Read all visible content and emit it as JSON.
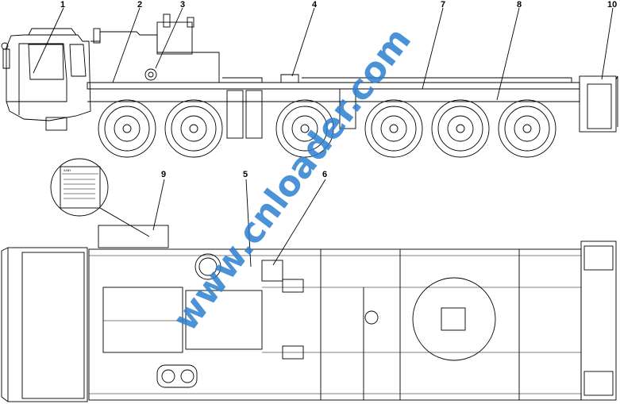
{
  "figure": {
    "watermark": "www.cnloader.com",
    "callouts": [
      "1",
      "2",
      "3",
      "4",
      "5",
      "6",
      "7",
      "8",
      "9",
      "10"
    ]
  },
  "nameplate": {
    "brand": "SANY",
    "lines": []
  },
  "colors": {
    "line": "#000000",
    "watermark": "#2d7fd0",
    "background": "#ffffff"
  }
}
